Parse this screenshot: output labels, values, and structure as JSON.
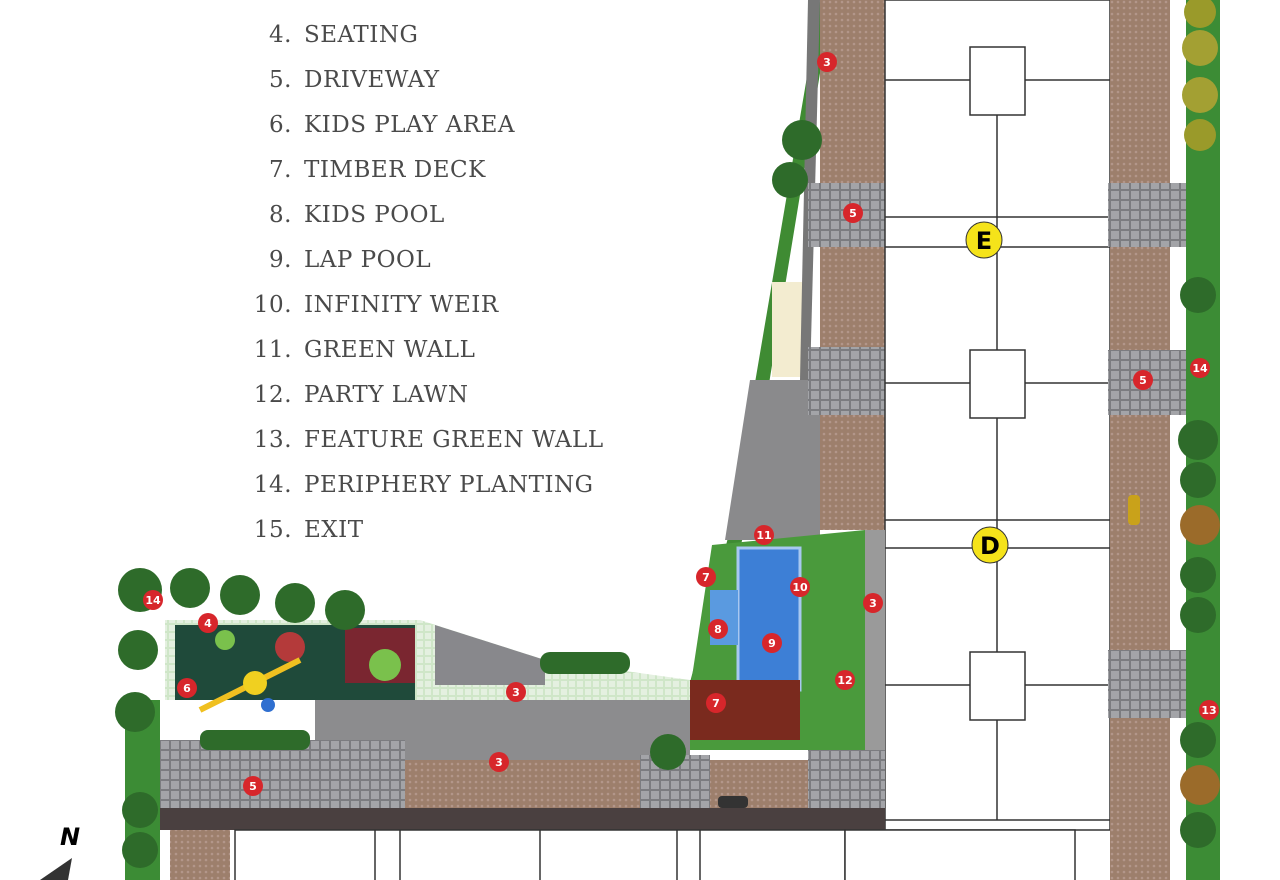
{
  "legend": [
    {
      "num": "4.",
      "label": "SEATING"
    },
    {
      "num": "5.",
      "label": "DRIVEWAY"
    },
    {
      "num": "6.",
      "label": "KIDS PLAY AREA"
    },
    {
      "num": "7.",
      "label": "TIMBER DECK"
    },
    {
      "num": "8.",
      "label": "KIDS POOL"
    },
    {
      "num": "9.",
      "label": "LAP POOL"
    },
    {
      "num": "10.",
      "label": "INFINITY WEIR"
    },
    {
      "num": "11.",
      "label": "GREEN WALL"
    },
    {
      "num": "12.",
      "label": "PARTY LAWN"
    },
    {
      "num": "13.",
      "label": "FEATURE GREEN WALL"
    },
    {
      "num": "14.",
      "label": "PERIPHERY PLANTING"
    },
    {
      "num": "15.",
      "label": "EXIT"
    }
  ],
  "markers": [
    "3",
    "5",
    "5",
    "14",
    "11",
    "7",
    "10",
    "3",
    "8",
    "9",
    "12",
    "7",
    "13",
    "14",
    "4",
    "6",
    "3",
    "3",
    "5"
  ],
  "blocks": {
    "e": "E",
    "d": "D"
  },
  "north": "N",
  "colors": {
    "marker": "#d7262b",
    "block_label": "#f5e31a",
    "pool": "#3d7fd6",
    "lawn": "#3f9a3a",
    "walkway": "#9c7a66",
    "paver": "#6d6d70",
    "road": "#8a8a8c"
  }
}
